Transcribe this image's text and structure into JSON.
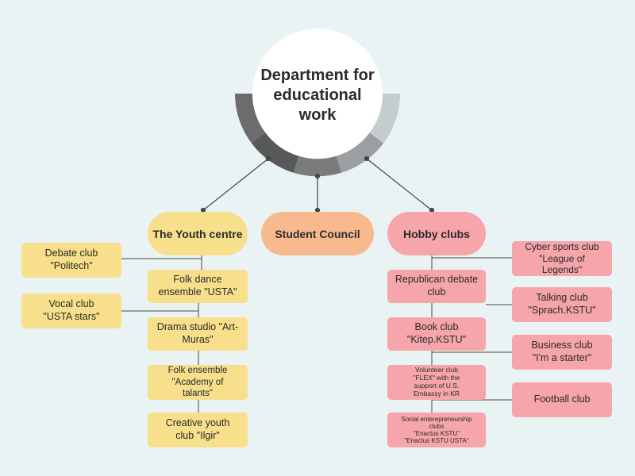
{
  "center": {
    "title": "Department\nfor educational\nwork"
  },
  "branches": {
    "youth": {
      "title": "The Youth centre"
    },
    "council": {
      "title": "Student Council"
    },
    "hobby": {
      "title": "Hobby clubs"
    }
  },
  "youth_left": [
    "Debate club\n\"Politech\"",
    "Vocal club\n\"USTA stars\""
  ],
  "youth_center": [
    "Folk dance\nensemble \"USTA\"",
    "Drama studio \"Art-\nMuras\"",
    "Folk ensemble\n\"Academy of\ntalants\"",
    "Creative youth\nclub \"Ilgir\""
  ],
  "hobby_center": [
    "Republican debate\nclub",
    "Book club\n\"Kitep.KSTU\"",
    "Volunteer club\n\"FLEX\" with the\nsupport of U.S.\nEmbassy in KR",
    "Social enterepreneurship\nclubs\n\"Enactus KSTU\"\n\"Enactus KSTU USTA\""
  ],
  "hobby_right": [
    "Cyber sports club\n\"League of\nLegends\"",
    "Talking club\n\"Sprach.KSTU\"",
    "Business club\n\"I'm a starter\"",
    "Football club"
  ],
  "colors": {
    "background": "#eaf3f4",
    "youth": "#f8df8b",
    "council": "#f9b98e",
    "hobby": "#f6a5aa",
    "ring": [
      "#6c6c6e",
      "#58585b",
      "#7a7b7d",
      "#9c9fa1",
      "#c5ccce"
    ]
  }
}
